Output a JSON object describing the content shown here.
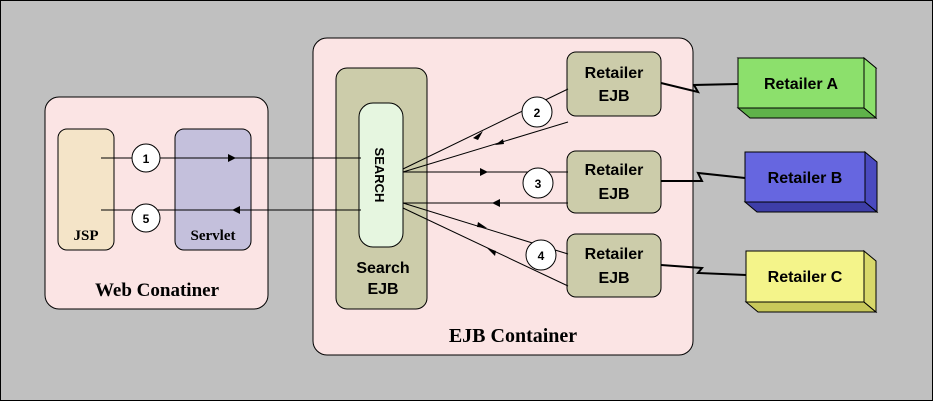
{
  "web_container": {
    "label": "Web Conatiner"
  },
  "jsp": {
    "label": "JSP"
  },
  "servlet": {
    "label": "Servlet"
  },
  "ejb_container": {
    "label": "EJB Container"
  },
  "search_ejb": {
    "vertical_label": "SEARCH",
    "label_line1": "Search",
    "label_line2": "EJB"
  },
  "retailer_ejbs": [
    {
      "line1": "Retailer",
      "line2": "EJB"
    },
    {
      "line1": "Retailer",
      "line2": "EJB"
    },
    {
      "line1": "Retailer",
      "line2": "EJB"
    }
  ],
  "retailers": [
    {
      "label": "Retailer A",
      "color": "#8CE06C"
    },
    {
      "label": "Retailer B",
      "color": "#6666E0"
    },
    {
      "label": "Retailer C",
      "color": "#F4F48A"
    }
  ],
  "steps": [
    "1",
    "2",
    "3",
    "4",
    "5"
  ],
  "colors": {
    "background": "#C0C0C0",
    "container_fill": "#FBE4E4",
    "jsp_fill": "#F4E4C8",
    "servlet_fill": "#C4C0DC",
    "ejb_fill": "#CCCCAA",
    "search_fill": "#E6F6E0"
  }
}
